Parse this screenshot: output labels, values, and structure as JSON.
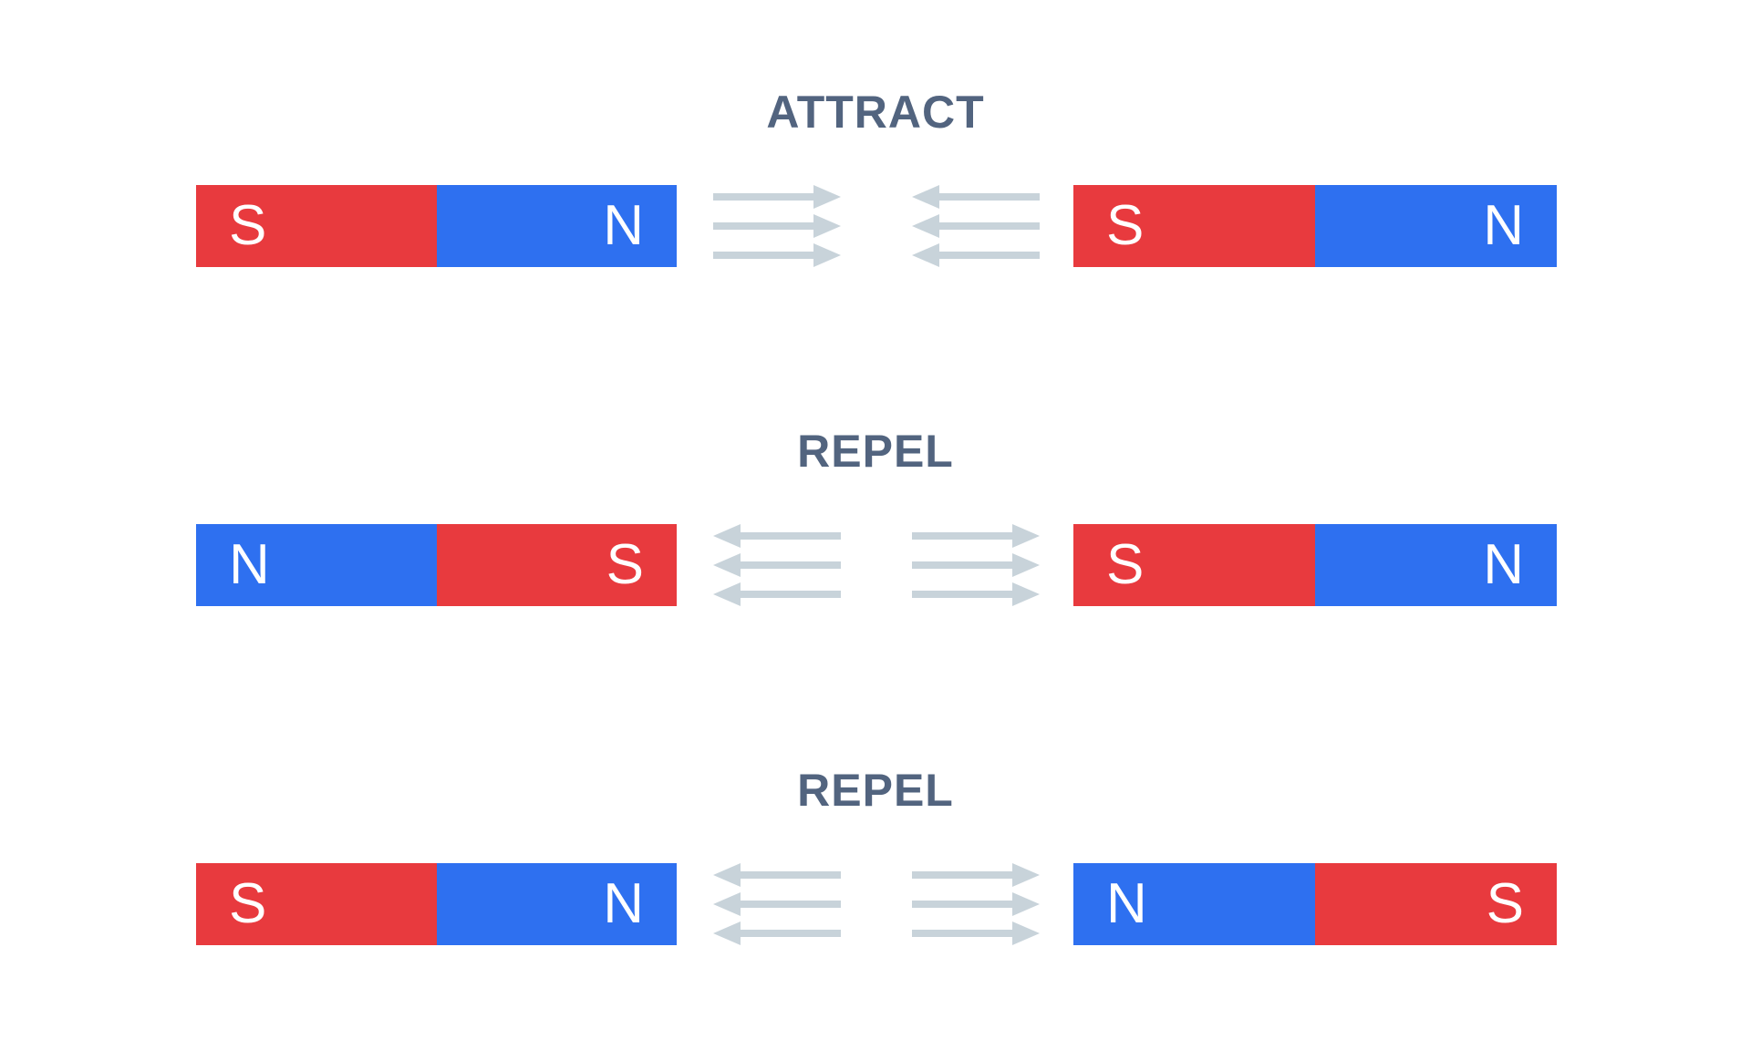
{
  "diagram": {
    "subject": "bar-magnet attraction and repulsion"
  },
  "colors": {
    "south_pole": "#e83a3e",
    "north_pole": "#2e70f0",
    "arrow": "#c8d3da",
    "title": "#52647f",
    "background": "#ffffff",
    "pole_label": "#ffffff"
  },
  "sections": [
    {
      "title": "ATTRACT",
      "left_magnet": {
        "left_pole": "S",
        "right_pole": "N"
      },
      "right_magnet": {
        "left_pole": "S",
        "right_pole": "N"
      },
      "arrows": {
        "left_group_direction": "right",
        "right_group_direction": "left"
      }
    },
    {
      "title": "REPEL",
      "left_magnet": {
        "left_pole": "N",
        "right_pole": "S"
      },
      "right_magnet": {
        "left_pole": "S",
        "right_pole": "N"
      },
      "arrows": {
        "left_group_direction": "left",
        "right_group_direction": "right"
      }
    },
    {
      "title": "REPEL",
      "left_magnet": {
        "left_pole": "S",
        "right_pole": "N"
      },
      "right_magnet": {
        "left_pole": "N",
        "right_pole": "S"
      },
      "arrows": {
        "left_group_direction": "left",
        "right_group_direction": "right"
      }
    }
  ]
}
